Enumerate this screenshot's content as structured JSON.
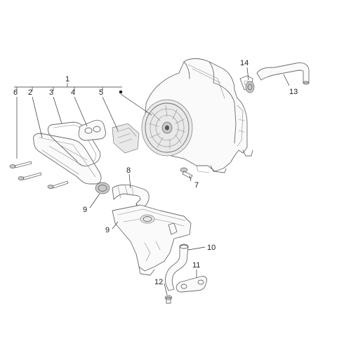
{
  "callouts": {
    "c1": "1",
    "c2": "2",
    "c3": "3",
    "c4": "4",
    "c5": "5",
    "c6": "6",
    "c7": "7",
    "c8": "8",
    "c9a": "9",
    "c9b": "9",
    "c10": "10",
    "c11": "11",
    "c12": "12",
    "c13": "13",
    "c14": "14"
  },
  "colors": {
    "line": "#6b6b6b",
    "label": "#222222",
    "background": "#ffffff"
  }
}
